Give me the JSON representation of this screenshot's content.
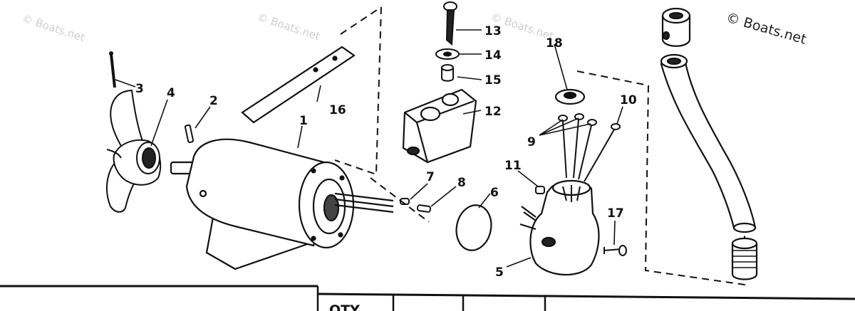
{
  "watermark": {
    "main": "© Boats.net",
    "faint": "© Boats.net"
  },
  "callouts": {
    "c1": "1",
    "c2": "2",
    "c3": "3",
    "c4": "4",
    "c5": "5",
    "c6": "6",
    "c7": "7",
    "c8": "8",
    "c9": "9",
    "c10": "10",
    "c11": "11",
    "c12": "12",
    "c13": "13",
    "c14": "14",
    "c15": "15",
    "c16": "16",
    "c17": "17",
    "c18": "18"
  },
  "table": {
    "qty_header": "QTY"
  }
}
